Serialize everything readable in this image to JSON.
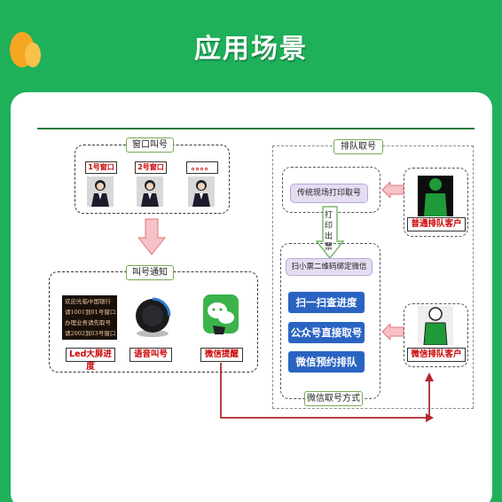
{
  "header": {
    "title": "应用场景"
  },
  "diagram": {
    "window_group": {
      "label": "窗口叫号",
      "windows": [
        "1号窗口",
        "2号窗口",
        "。。。。"
      ]
    },
    "notify_group": {
      "label": "叫号通知",
      "led_lines": [
        "欢迎光临中国银行",
        "请1001到01号窗口",
        "办理业务请先取号",
        "请2002到03号窗口"
      ],
      "items": [
        "Led大屏进度",
        "语音叫号",
        "微信提醒"
      ]
    },
    "queue_group": {
      "label": "排队取号",
      "traditional": "传统现场打印取号",
      "down_arrow_text": "打印出票",
      "bind": "扫小票二维码绑定微信",
      "methods": [
        "扫一扫查进度",
        "公众号直接取号",
        "微信预约排队"
      ],
      "methods_label": "微信取号方式"
    },
    "customers": [
      "普通排队客户",
      "微信排队客户"
    ],
    "colors": {
      "accent_green": "#1fb05a",
      "method_blue": "#2a64c2",
      "flow_red": "#b0282d"
    }
  }
}
